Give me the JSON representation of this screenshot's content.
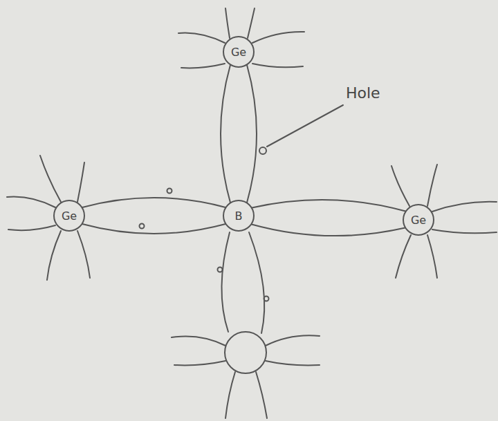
{
  "diagram": {
    "nodes": [
      {
        "text": [
          "Ge"
        ]
      },
      {
        "text": [
          "Ge"
        ]
      },
      {
        "text": [
          "B"
        ]
      },
      {
        "text": [
          "Ge"
        ]
      }
    ],
    "edges": [
      {
        "from": 0,
        "to": 2,
        "arrow": "none"
      },
      {
        "from": 1,
        "to": 2,
        "arrow": "none"
      },
      {
        "from": 2,
        "to": 3,
        "arrow": "none"
      }
    ],
    "labels": [
      "Hole"
    ]
  }
}
